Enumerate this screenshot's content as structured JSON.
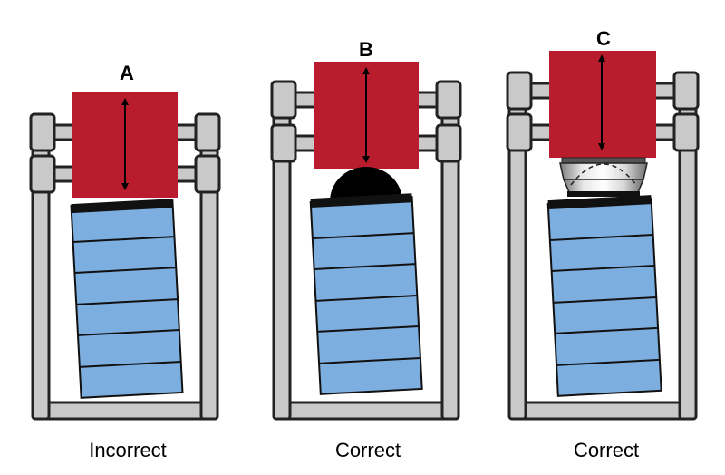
{
  "panels": [
    {
      "letter": "A",
      "caption": "Incorrect",
      "interface": "none"
    },
    {
      "letter": "B",
      "caption": "Correct",
      "interface": "dome"
    },
    {
      "letter": "C",
      "caption": "Correct",
      "interface": "spherical-seat"
    }
  ],
  "colors": {
    "actuator": "#b91c2c",
    "specimen": "#7daee0",
    "specimen_line": "#111111",
    "frame": "#c9c9c9",
    "frame_outline": "#222222",
    "dome": "#000000",
    "platen": "#111111"
  },
  "icons": {
    "actuator_arrow": "double-headed-vertical-arrow-icon",
    "frame": "load-frame-icon"
  }
}
